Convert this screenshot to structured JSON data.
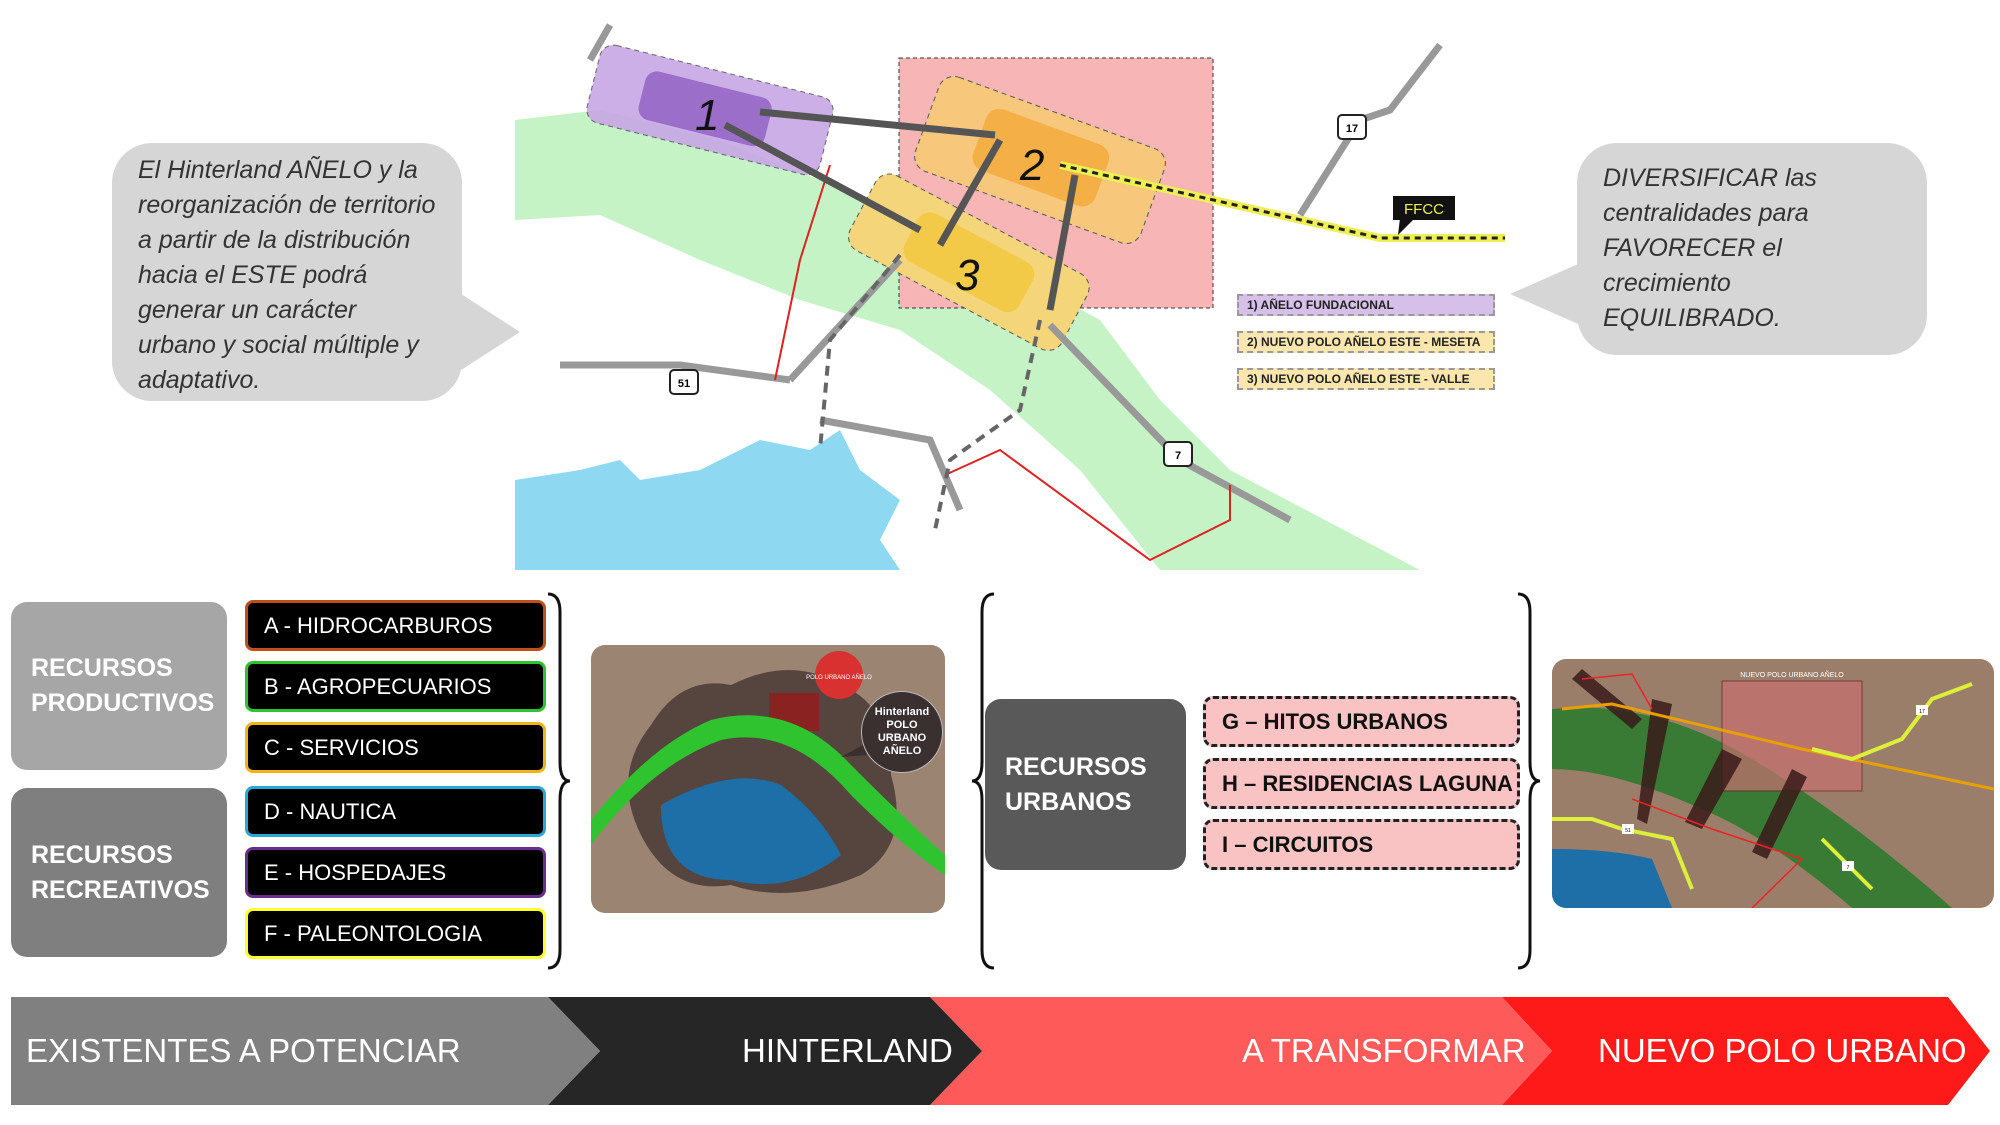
{
  "left_bubble": {
    "text": "El Hinterland AÑELO y la reorganización de territorio a partir de la distribución hacia el ESTE podrá generar un carácter urbano y social múltiple y adaptativo."
  },
  "right_bubble": {
    "text": "DIVERSIFICAR las centralidades para FAVORECER el crecimiento EQUILIBRADO."
  },
  "map": {
    "zones": [
      "1",
      "2",
      "3"
    ],
    "route_labels": [
      "17",
      "51",
      "7"
    ],
    "rail_label": "FFCC",
    "legend": [
      "1) AÑELO FUNDACIONAL",
      "2)  NUEVO POLO AÑELO ESTE - MESETA",
      "3)  NUEVO POLO AÑELO ESTE - VALLE"
    ],
    "colors": {
      "zone1": "#a77fd0",
      "zone2": "#f5b24a",
      "zone3": "#f2c63c",
      "river": "#c5f3c5",
      "lake": "#8fd8f2",
      "polo": "#f8b5b5"
    }
  },
  "groups": {
    "productivos": "RECURSOS PRODUCTIVOS",
    "recreativos": "RECURSOS RECREATIVOS",
    "urbanos": "RECURSOS URBANOS"
  },
  "items": [
    {
      "label": "A - HIDROCARBUROS",
      "color": "#c0501a"
    },
    {
      "label": "B - AGROPECUARIOS",
      "color": "#2fc42f"
    },
    {
      "label": "C - SERVICIOS",
      "color": "#f2b316"
    },
    {
      "label": "D - NAUTICA",
      "color": "#2aa7d8"
    },
    {
      "label": "E - HOSPEDAJES",
      "color": "#6a2d8e"
    },
    {
      "label": "F - PALEONTOLOGIA",
      "color": "#ffff2a"
    }
  ],
  "urban_items": [
    "G – HITOS URBANOS",
    "H – RESIDENCIAS LAGUNA",
    "I – CIRCUITOS"
  ],
  "sat1": {
    "label_polo": "POLO URBANO AÑELO",
    "label_hinterland": "Hinterland POLO URBANO AÑELO"
  },
  "sat2": {
    "title": "NUEVO POLO URBANO AÑELO",
    "routes": [
      "17",
      "51",
      "7"
    ]
  },
  "chevrons": [
    "EXISTENTES A POTENCIAR",
    "HINTERLAND",
    "A TRANSFORMAR",
    "NUEVO POLO URBANO"
  ]
}
